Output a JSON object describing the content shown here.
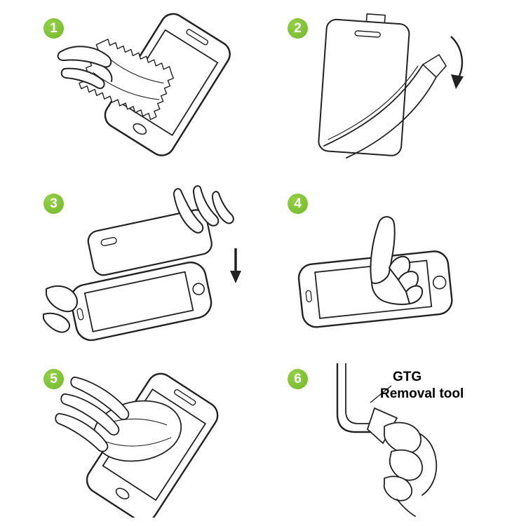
{
  "page": {
    "background": "#ffffff"
  },
  "theme": {
    "badge_green": "#74b72c",
    "line_color": "#222222"
  },
  "steps": [
    {
      "number": "1",
      "illustration": "wipe-phone-screen-with-cloth"
    },
    {
      "number": "2",
      "illustration": "peel-backing-film-from-protector"
    },
    {
      "number": "3",
      "illustration": "align-and-place-protector-on-screen"
    },
    {
      "number": "4",
      "illustration": "press-center-of-screen-with-finger"
    },
    {
      "number": "5",
      "illustration": "smooth-out-protector-with-cloth"
    },
    {
      "number": "6",
      "illustration": "lift-corner-with-removal-tool",
      "label_line1": "GTG",
      "label_line2": "Removal tool"
    }
  ]
}
